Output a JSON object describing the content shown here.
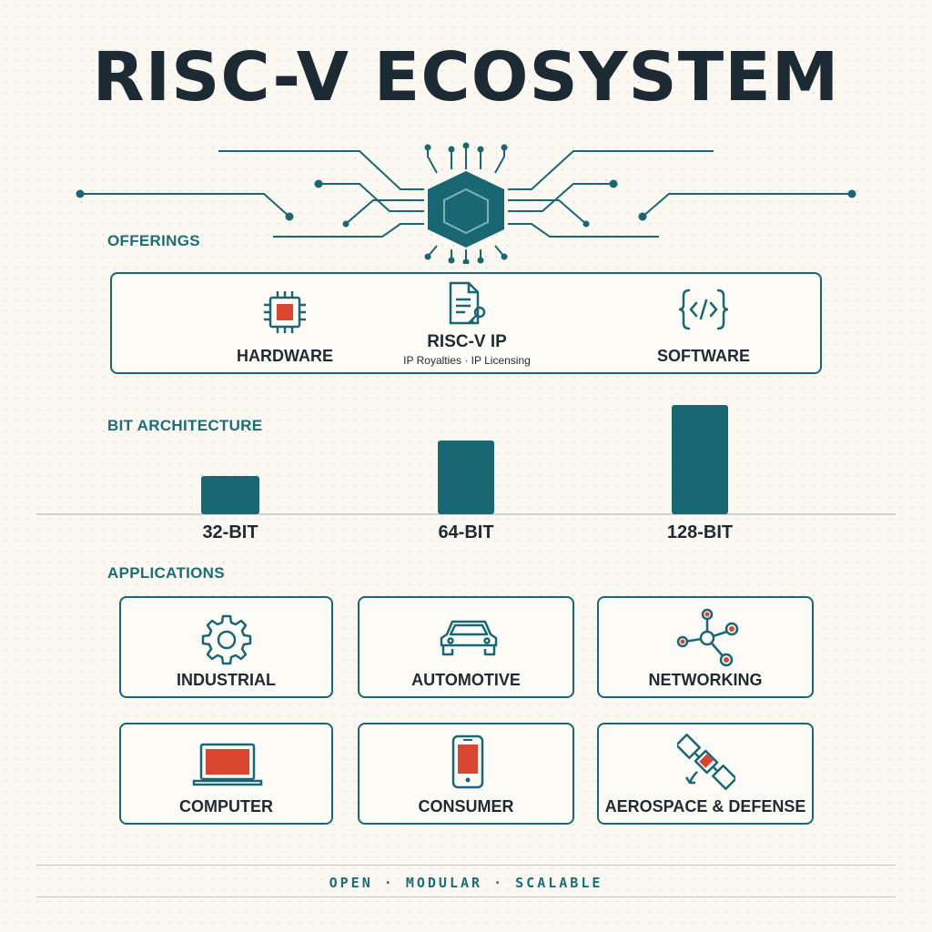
{
  "title": "RISC-V ECOSYSTEM",
  "colors": {
    "teal": "#1a6774",
    "dark": "#1c2a33",
    "accent": "#d9452e"
  },
  "offerings": {
    "label": "OFFERINGS",
    "items": [
      {
        "label": "HARDWARE",
        "icon": "chip-icon"
      },
      {
        "label": "RISC-V IP",
        "sub": "IP Royalties · IP Licensing",
        "icon": "document-key-icon"
      },
      {
        "label": "SOFTWARE",
        "icon": "code-icon"
      }
    ]
  },
  "bit_architecture": {
    "label": "BIT ARCHITECTURE"
  },
  "chart_data": {
    "type": "bar",
    "categories": [
      "32-BIT",
      "64-BIT",
      "128-BIT"
    ],
    "values": [
      32,
      64,
      128
    ],
    "ylim": [
      0,
      128
    ]
  },
  "applications": {
    "label": "APPLICATIONS",
    "items": [
      {
        "label": "INDUSTRIAL",
        "icon": "gear-icon"
      },
      {
        "label": "AUTOMOTIVE",
        "icon": "car-icon"
      },
      {
        "label": "NETWORKING",
        "icon": "network-nodes-icon"
      },
      {
        "label": "COMPUTER",
        "icon": "laptop-icon"
      },
      {
        "label": "CONSUMER",
        "icon": "smartphone-icon"
      },
      {
        "label": "AEROSPACE & DEFENSE",
        "icon": "satellite-icon"
      }
    ]
  },
  "footer": "OPEN · MODULAR · SCALABLE"
}
